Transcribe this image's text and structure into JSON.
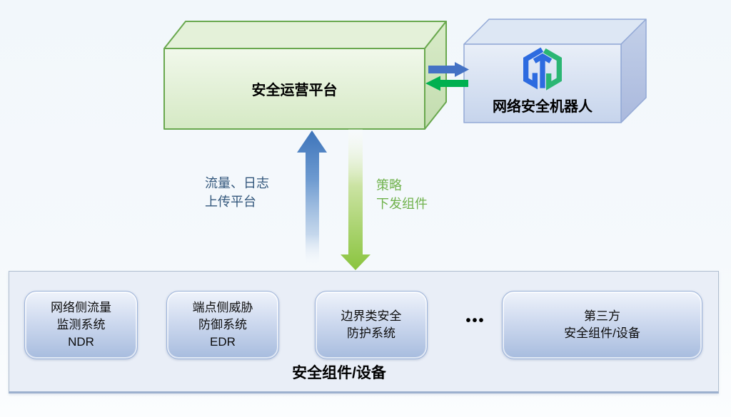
{
  "platform": {
    "label": "安全运营平台"
  },
  "robot": {
    "label": "网络安全机器人",
    "logo": "hexagon-t-logo"
  },
  "flows": {
    "upload": {
      "line1": "流量、日志",
      "line2": "上传平台"
    },
    "dispatch": {
      "line1": "策略",
      "line2": "下发组件"
    }
  },
  "components": {
    "panel_label": "安全组件/设备",
    "ellipsis": "•••",
    "items": [
      {
        "line1": "网络侧流量",
        "line2": "监测系统",
        "line3": "NDR"
      },
      {
        "line1": "端点侧威胁",
        "line2": "防御系统",
        "line3": "EDR"
      },
      {
        "line1": "边界类安全",
        "line2": "防护系统"
      },
      {
        "line1": "第三方",
        "line2": "安全组件/设备"
      }
    ]
  },
  "colors": {
    "platform_border": "#69a84e",
    "robot_border": "#93a9d6",
    "arrow_blue": "#4472c4",
    "arrow_green": "#00b050",
    "up_arrow_blue": "#3d74ba",
    "down_arrow_green": "#8ac43e",
    "label_blue": "#33577c",
    "label_green": "#70b24d",
    "logo_blue": "#2d6be0",
    "logo_green": "#2bb673"
  }
}
